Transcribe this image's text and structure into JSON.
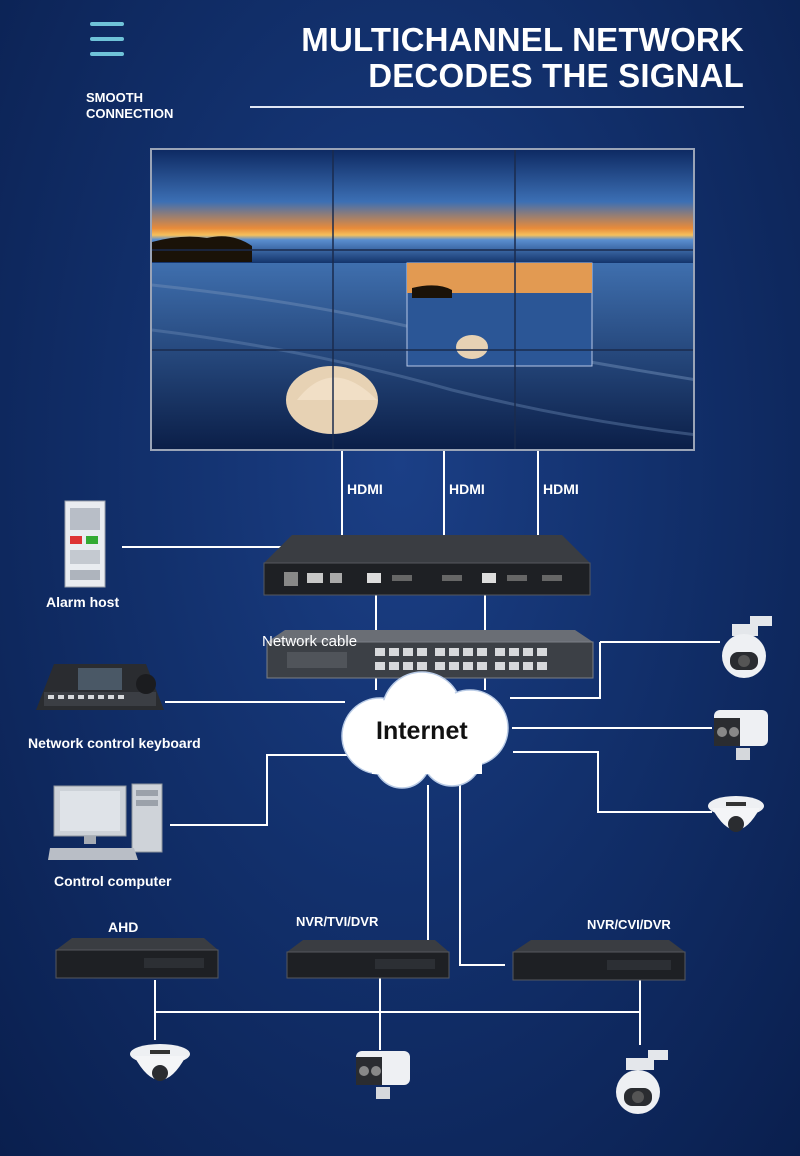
{
  "header": {
    "menu_icon": "hamburger-icon",
    "tagline_line1": "SMOOTH",
    "tagline_line2": "CONNECTION",
    "title_line1": "MULTICHANNEL NETWORK",
    "title_line2": "DECODES THE SIGNAL"
  },
  "video_wall": {
    "grid": "3x3",
    "icon": "video-wall-icon"
  },
  "links": {
    "hdmi_1": "HDMI",
    "hdmi_2": "HDMI",
    "hdmi_3": "HDMI",
    "network_cable": "Network cable"
  },
  "cloud": {
    "label": "Internet"
  },
  "devices": {
    "alarm_host": "Alarm host",
    "keyboard": "Network control keyboard",
    "computer": "Control computer",
    "recorder_1": "AHD",
    "recorder_2": "NVR/TVI/DVR",
    "recorder_3": "NVR/CVI/DVR"
  },
  "colors": {
    "background": "#12306c",
    "wire": "#ffffff",
    "accent": "#6fc3d8"
  }
}
